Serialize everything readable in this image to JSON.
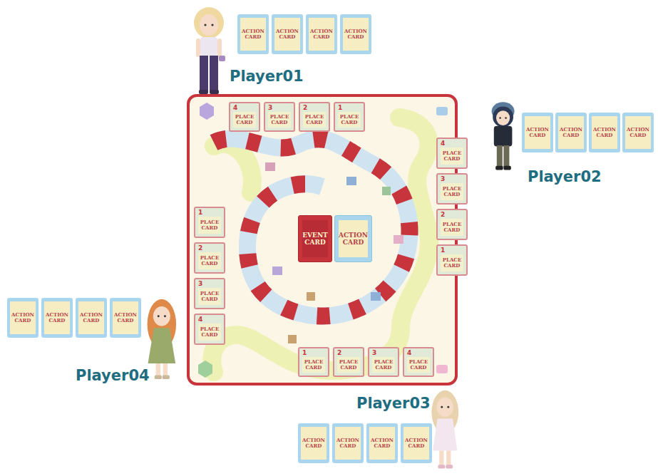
{
  "diagram": {
    "nodes": [
      {
        "text": [
          "ACTION CARD"
        ]
      },
      {
        "text": [
          "ACTION CARD"
        ]
      },
      {
        "text": [
          "ACTION CARD"
        ]
      },
      {
        "text": [
          "ACTION CARD"
        ]
      },
      {
        "text": [
          "ACTION CARD"
        ]
      },
      {
        "text": [
          "ACTION CARD"
        ]
      },
      {
        "text": [
          "ACTION CARD"
        ]
      },
      {
        "text": [
          "ACTION CARD"
        ]
      },
      {
        "text": [
          "4",
          "PLACE CARD"
        ]
      },
      {
        "text": [
          "3",
          "PLACE CARD"
        ]
      },
      {
        "text": [
          "2",
          "PLACE CARD"
        ]
      },
      {
        "text": [
          "1",
          "PLACE CARD"
        ]
      },
      {
        "text": [
          "4",
          "PLACE CARD"
        ]
      },
      {
        "text": [
          "3",
          "PLACE CARD"
        ]
      },
      {
        "text": [
          "2",
          "PLACE CARD"
        ]
      },
      {
        "text": [
          "1",
          "PLACE CARD"
        ]
      },
      {
        "text": [
          "EVENT CARD"
        ]
      },
      {
        "text": [
          "ACTION CARD"
        ]
      },
      {
        "text": [
          "1",
          "PLACE CARD"
        ]
      },
      {
        "text": [
          "2",
          "PLACE CARD"
        ]
      },
      {
        "text": [
          "3",
          "PLACE CARD"
        ]
      },
      {
        "text": [
          "4",
          "PLACE CARD"
        ]
      },
      {
        "text": [
          "1",
          "PLACE CARD"
        ]
      },
      {
        "text": [
          "2",
          "PLACE CARD"
        ]
      },
      {
        "text": [
          "3",
          "PLACE CARD"
        ]
      },
      {
        "text": [
          "4",
          "PLACE CARD"
        ]
      },
      {
        "text": [
          "ACTION CARD"
        ]
      },
      {
        "text": [
          "ACTION CARD"
        ]
      },
      {
        "text": [
          "ACTION CARD"
        ]
      },
      {
        "text": [
          "ACTION CARD"
        ]
      },
      {
        "text": [
          "ACTION CARD"
        ]
      },
      {
        "text": [
          "ACTION CARD"
        ]
      },
      {
        "text": [
          "ACTION CARD"
        ]
      },
      {
        "text": [
          "ACTION CARD"
        ]
      }
    ],
    "labels": [
      "Player01",
      "Player02",
      "Player03",
      "Player04"
    ]
  }
}
